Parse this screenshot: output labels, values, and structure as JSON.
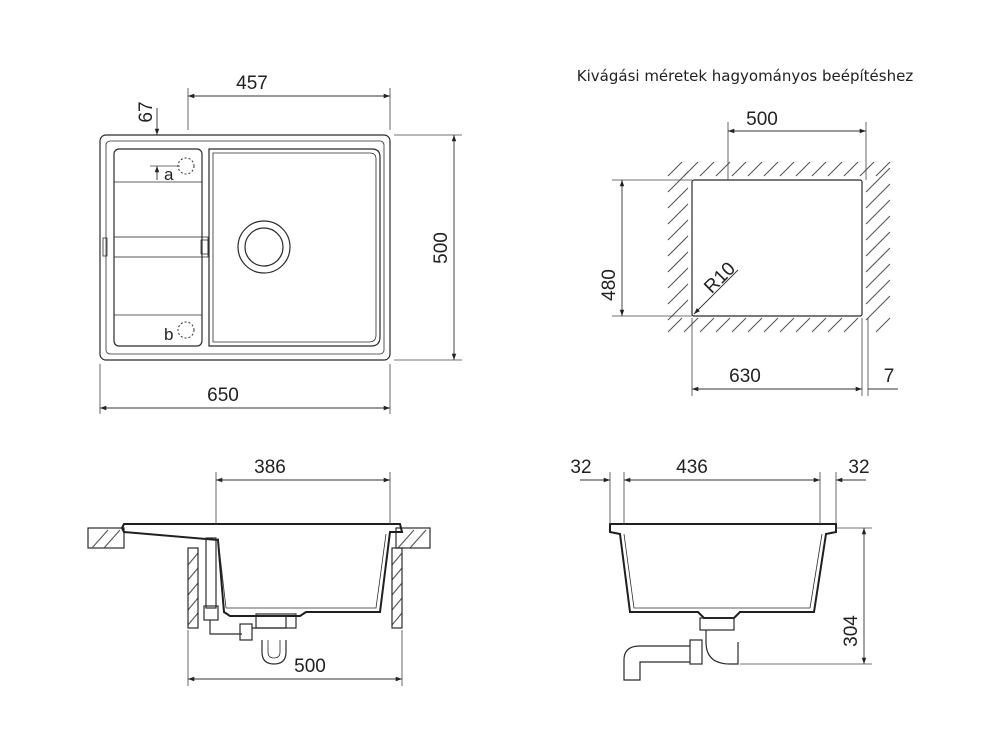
{
  "top_view": {
    "dim_bowl_width": "457",
    "dim_offset": "67",
    "dim_height": "500",
    "dim_total_width": "650",
    "label_a": "a",
    "label_b": "b"
  },
  "cutout_view": {
    "caption": "Kivágási méretek hagyományos beépítéshez",
    "dim_top_width": "500",
    "dim_height": "480",
    "dim_radius": "R10",
    "dim_bottom_width": "630",
    "dim_gap": "7"
  },
  "side_view": {
    "dim_bowl_width": "386",
    "dim_cabinet_width": "500"
  },
  "front_view": {
    "dim_left_rim": "32",
    "dim_inner_width": "436",
    "dim_right_rim": "32",
    "dim_depth": "304"
  }
}
